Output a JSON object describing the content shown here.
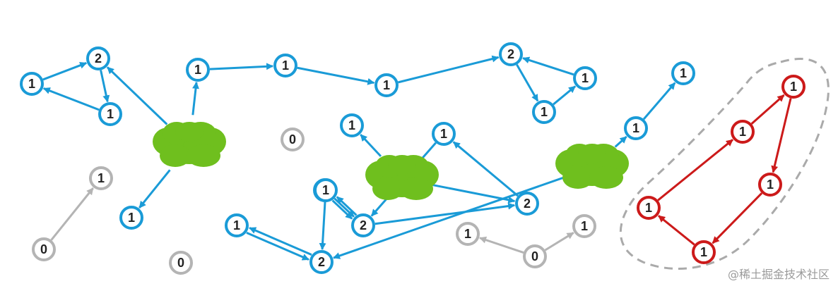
{
  "colors": {
    "blue": "#1a9bd7",
    "red": "#cc1a1a",
    "gray": "#b4b4b4",
    "cloud": "#6fbf1e",
    "dashed_region": "#aaaaaa",
    "watermark": "#9a9a9a"
  },
  "watermark": "@稀土掘金技术社区",
  "nodes": [
    {
      "id": "n1",
      "label": "1",
      "color": "blue"
    },
    {
      "id": "n2",
      "label": "2",
      "color": "blue"
    },
    {
      "id": "n3",
      "label": "1",
      "color": "blue"
    },
    {
      "id": "n4",
      "label": "1",
      "color": "blue"
    },
    {
      "id": "n5",
      "label": "1",
      "color": "blue"
    },
    {
      "id": "n6",
      "label": "1",
      "color": "blue"
    },
    {
      "id": "n7",
      "label": "1",
      "color": "blue"
    },
    {
      "id": "n8",
      "label": "2",
      "color": "blue"
    },
    {
      "id": "n9",
      "label": "1",
      "color": "blue"
    },
    {
      "id": "n10",
      "label": "1",
      "color": "blue"
    },
    {
      "id": "n11",
      "label": "1",
      "color": "blue"
    },
    {
      "id": "n12",
      "label": "1",
      "color": "blue"
    },
    {
      "id": "n13",
      "label": "1",
      "color": "blue"
    },
    {
      "id": "n14",
      "label": "2",
      "color": "blue"
    },
    {
      "id": "n15",
      "label": "1",
      "color": "blue"
    },
    {
      "id": "n16",
      "label": "1",
      "color": "blue"
    },
    {
      "id": "n17",
      "label": "1",
      "color": "blue"
    },
    {
      "id": "n18",
      "label": "2",
      "color": "blue"
    },
    {
      "id": "n19",
      "label": "1",
      "color": "blue"
    },
    {
      "id": "n20",
      "label": "2",
      "color": "blue"
    },
    {
      "id": "g1",
      "label": "0",
      "color": "gray"
    },
    {
      "id": "g2",
      "label": "1",
      "color": "gray"
    },
    {
      "id": "g3",
      "label": "0",
      "color": "gray"
    },
    {
      "id": "g4",
      "label": "0",
      "color": "gray"
    },
    {
      "id": "g5",
      "label": "1",
      "color": "gray"
    },
    {
      "id": "g6",
      "label": "0",
      "color": "gray"
    },
    {
      "id": "g7",
      "label": "1",
      "color": "gray"
    },
    {
      "id": "r1",
      "label": "1",
      "color": "red"
    },
    {
      "id": "r2",
      "label": "1",
      "color": "red"
    },
    {
      "id": "r3",
      "label": "1",
      "color": "red"
    },
    {
      "id": "r4",
      "label": "1",
      "color": "red"
    },
    {
      "id": "r5",
      "label": "1",
      "color": "red"
    }
  ],
  "clouds": [
    "c1",
    "c2",
    "c3"
  ],
  "edges": [
    {
      "from": "n1",
      "to": "n2",
      "color": "blue"
    },
    {
      "from": "n2",
      "to": "n3",
      "color": "blue"
    },
    {
      "from": "n3",
      "to": "n1",
      "color": "blue"
    },
    {
      "from": "c1",
      "to": "n2",
      "color": "blue"
    },
    {
      "from": "c1",
      "to": "n5",
      "color": "blue"
    },
    {
      "from": "c1",
      "to": "n4",
      "color": "blue"
    },
    {
      "from": "n5",
      "to": "n6",
      "color": "blue"
    },
    {
      "from": "n6",
      "to": "n7",
      "color": "blue"
    },
    {
      "from": "n7",
      "to": "n8",
      "color": "blue"
    },
    {
      "from": "n8",
      "to": "n10",
      "color": "blue"
    },
    {
      "from": "n10",
      "to": "n9",
      "color": "blue"
    },
    {
      "from": "n9",
      "to": "n8",
      "color": "blue"
    },
    {
      "from": "c2",
      "to": "n11",
      "color": "blue"
    },
    {
      "from": "c2",
      "to": "n20",
      "color": "blue"
    },
    {
      "from": "n20",
      "to": "n17",
      "color": "blue"
    },
    {
      "from": "n17",
      "to": "n18",
      "color": "blue"
    },
    {
      "from": "n18",
      "to": "n19",
      "color": "blue"
    },
    {
      "from": "n19",
      "to": "n18",
      "color": "blue"
    },
    {
      "from": "n18",
      "to": "n20",
      "color": "blue"
    },
    {
      "from": "n12",
      "to": "n14",
      "color": "blue"
    },
    {
      "from": "n14",
      "to": "n12",
      "color": "blue"
    },
    {
      "from": "c3",
      "to": "n14",
      "color": "blue"
    },
    {
      "from": "c3",
      "to": "n15",
      "color": "blue"
    },
    {
      "from": "n15",
      "to": "n16",
      "color": "blue"
    },
    {
      "from": "g1",
      "to": "g2",
      "color": "gray"
    },
    {
      "from": "g6",
      "to": "g5",
      "color": "gray"
    },
    {
      "from": "g6",
      "to": "g7",
      "color": "gray"
    },
    {
      "from": "r5",
      "to": "r1",
      "color": "red"
    },
    {
      "from": "r1",
      "to": "r2",
      "color": "red"
    },
    {
      "from": "r2",
      "to": "r3",
      "color": "red"
    },
    {
      "from": "r3",
      "to": "r4",
      "color": "red"
    },
    {
      "from": "r4",
      "to": "r5",
      "color": "red"
    }
  ]
}
